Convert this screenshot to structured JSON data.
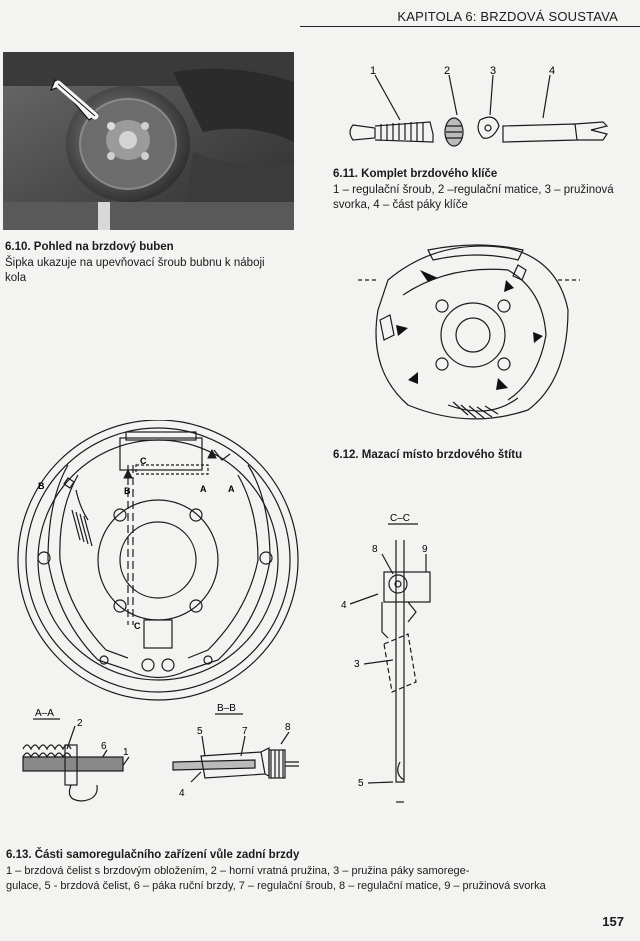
{
  "header": {
    "chapter_title": "KAPITOLA 6: BRZDOVÁ SOUSTAVA"
  },
  "figures": {
    "fig_6_10": {
      "number_title": "6.10. Pohled na brzdový buben",
      "caption_line1": "Šipka ukazuje na upevňovací šroub bubnu k náboji",
      "caption_line2": "kola"
    },
    "fig_6_11": {
      "number_title": "6.11. Komplet brzdového klíče",
      "caption_line1": "1 – regulační šroub, 2 –regulační matice, 3 – pružinová",
      "caption_line2": "svorka, 4 – část páky klíče",
      "labels": [
        "1",
        "2",
        "3",
        "4"
      ]
    },
    "fig_6_12": {
      "number_title": "6.12. Mazací místo brzdového štítu"
    },
    "fig_6_13": {
      "number_title": "6.13. Části samoregulačního zařízení vůle zadní brzdy",
      "caption_line1": "1 – brzdová čelist s brzdovým obložením, 2 – horní vratná pružina, 3 – pružina páky samorege-",
      "caption_line2": "gulace, 5 - brzdová čelist, 6 – páka ruční brzdy, 7 – regulační šroub, 8 – regulační matice, 9 – pružinová svorka",
      "section_labels": {
        "aa": "A–A",
        "bb": "B–B",
        "cc": "C–C",
        "a": "A",
        "b": "B",
        "c": "C"
      },
      "callouts": {
        "aa": [
          "1",
          "2",
          "6"
        ],
        "bb": [
          "4",
          "5",
          "7",
          "8"
        ],
        "cc": [
          "3",
          "4",
          "5",
          "8",
          "9"
        ]
      }
    }
  },
  "page_number": "157"
}
